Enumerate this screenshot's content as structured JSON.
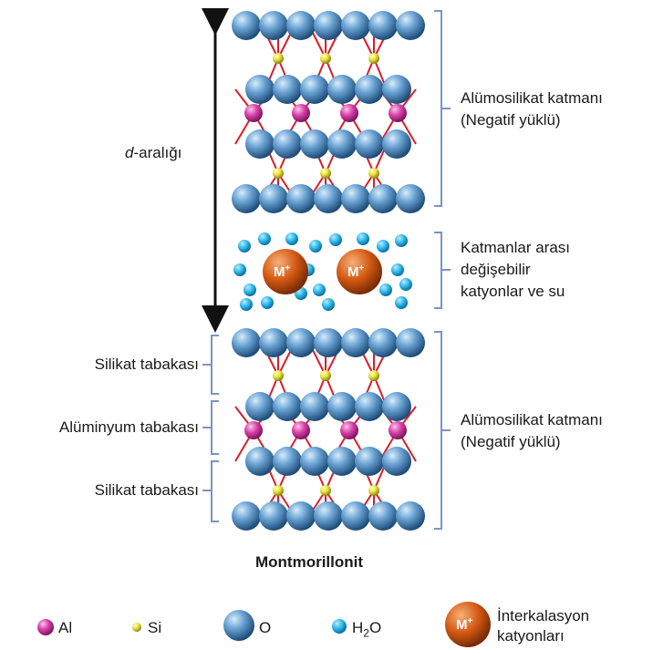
{
  "labels": {
    "d_spacing_italic": "d",
    "d_spacing_rest": "-aralığı",
    "aluminosilicate_top": "Alümosilikat katmanı",
    "negative_top": "(Negatif yüklü)",
    "interlayer_1": "Katmanlar arası",
    "interlayer_2": "değişebilir",
    "interlayer_3": "katyonlar ve su",
    "silicate_upper": "Silikat tabakası",
    "aluminum": "Alüminyum tabakası",
    "silicate_lower": "Silikat tabakası",
    "aluminosilicate_bottom": "Alümosilikat katmanı",
    "negative_bottom": "(Negatif yüklü)",
    "cation_symbol": "M",
    "cation_charge": "+"
  },
  "title": "Montmorillonit",
  "legend": [
    {
      "icon": "al-atom-icon",
      "label": "Al"
    },
    {
      "icon": "si-atom-icon",
      "label": "Si"
    },
    {
      "icon": "o-atom-icon",
      "label": "O"
    },
    {
      "icon": "h2o-molecule-icon",
      "label_main": "H",
      "label_sub": "2",
      "label_end": "O"
    },
    {
      "icon": "cation-icon",
      "label_line1": "İnterkalasyon",
      "label_line2": "katyonları"
    }
  ],
  "colors": {
    "oxygen": "#4f86b8",
    "aluminum": "#d93fa6",
    "silicon": "#e8e23a",
    "water": "#2bb5e8",
    "cation": "#d45a14",
    "bond": "#d81e2a",
    "bracket": "#7a94c4"
  }
}
